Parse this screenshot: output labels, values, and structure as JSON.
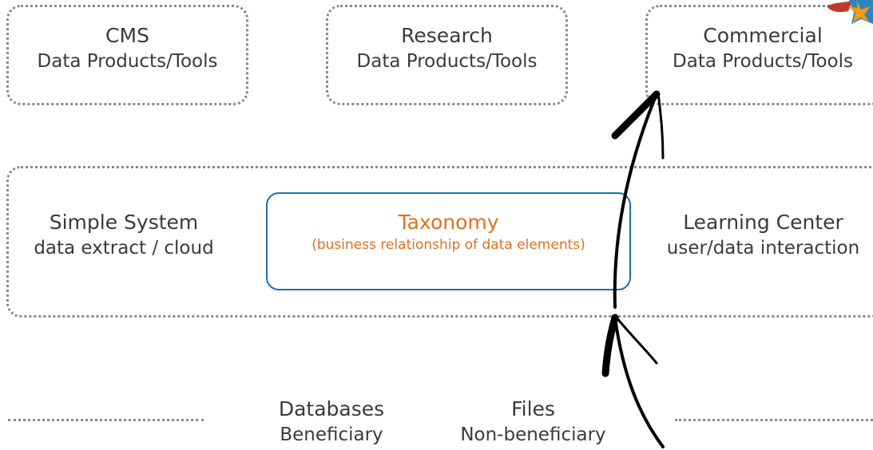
{
  "top_row": {
    "cms": {
      "title": "CMS",
      "subtitle": "Data Products/Tools"
    },
    "research": {
      "title": "Research",
      "subtitle": "Data Products/Tools"
    },
    "commercial": {
      "title": "Commercial",
      "subtitle": "Data Products/Tools"
    }
  },
  "middle_row": {
    "simple_system": {
      "title": "Simple System",
      "subtitle": "data extract / cloud"
    },
    "taxonomy": {
      "title": "Taxonomy",
      "subtitle": "(business relationship of data elements)"
    },
    "learning_center": {
      "title": "Learning Center",
      "subtitle": "user/data interaction"
    }
  },
  "bottom_row": {
    "databases": {
      "title": "Databases",
      "subtitle": "Beneficiary"
    },
    "files": {
      "title": "Files",
      "subtitle": "Non-beneficiary"
    }
  },
  "colors": {
    "taxonomy_border": "#1d6fb5",
    "taxonomy_text": "#e07020",
    "dotted": "#8a8a8a",
    "text": "#3a3a3a",
    "arrow": "#000000"
  },
  "icons": [
    "arrow-up-icon",
    "star-badge-icon"
  ]
}
